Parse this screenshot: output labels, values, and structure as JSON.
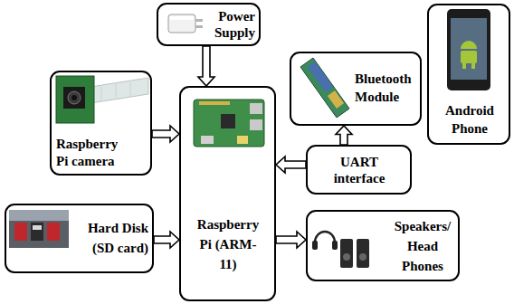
{
  "diagram": {
    "nodes": [
      {
        "text": [
          "Power Supply"
        ]
      },
      {
        "text": [
          "Raspberry Pi camera"
        ]
      },
      {
        "text": [
          "Raspberry Pi (ARM-11)"
        ]
      },
      {
        "text": [
          "Bluetooth Module"
        ]
      },
      {
        "text": [
          "Android Phone"
        ]
      },
      {
        "text": [
          "UART interface"
        ]
      },
      {
        "text": [
          "Hard Disk (SD card)"
        ]
      },
      {
        "text": [
          "Speakers/ Head Phones"
        ]
      }
    ],
    "edges": [
      {
        "from": 0,
        "to": 2,
        "arrow": "to"
      },
      {
        "from": 1,
        "to": 2,
        "arrow": "to"
      },
      {
        "from": 5,
        "to": 2,
        "arrow": "to"
      },
      {
        "from": 5,
        "to": 3,
        "arrow": "to"
      },
      {
        "from": 6,
        "to": 2,
        "arrow": "to"
      },
      {
        "from": 2,
        "to": 7,
        "arrow": "to"
      }
    ]
  }
}
